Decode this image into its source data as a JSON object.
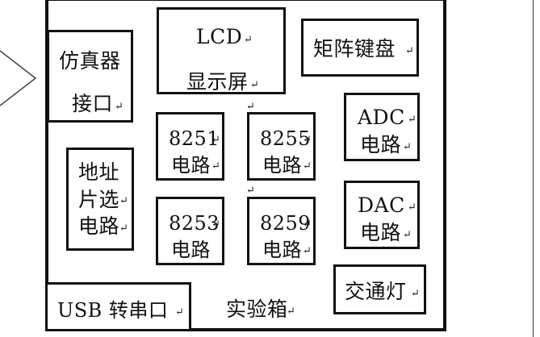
{
  "diagram": {
    "outer_label": "实验箱",
    "blocks": {
      "emulator_interface": [
        "仿真器",
        "接口"
      ],
      "lcd": [
        "LCD",
        "显示屏"
      ],
      "matrix_keyboard": [
        "矩阵键盘"
      ],
      "chip_8251": [
        "8251",
        "电路"
      ],
      "chip_8255": [
        "8255",
        "电路"
      ],
      "adc": [
        "ADC",
        "电路"
      ],
      "address_select": [
        "地址",
        "片选",
        "电路"
      ],
      "chip_8253": [
        "8253",
        "电路"
      ],
      "chip_8259": [
        "8259",
        "电路"
      ],
      "dac": [
        "DAC",
        "电路"
      ],
      "usb_serial": [
        "USB 转串口"
      ],
      "traffic_light": [
        "交通灯"
      ]
    },
    "marker": "↵"
  }
}
